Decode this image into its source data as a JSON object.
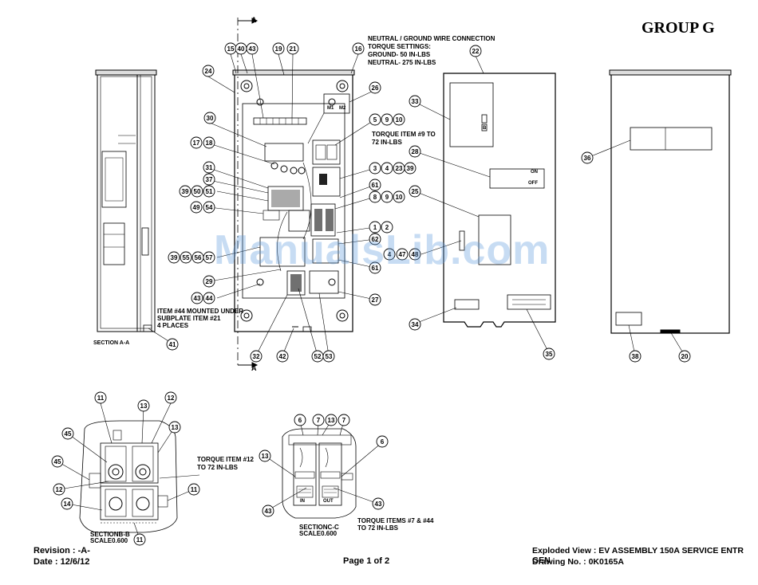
{
  "header": {
    "group": "GROUP G"
  },
  "notes": {
    "neutral_ground": [
      "NEUTRAL / GROUND WIRE CONNECTION",
      "TORQUE SETTINGS:",
      "GROUND- 50 IN-LBS",
      "NEUTRAL- 275 IN-LBS"
    ],
    "torque_item9": [
      "TORQUE ITEM #9 TO",
      "72 IN-LBS"
    ],
    "item44": [
      "ITEM #44 MOUNTED UNDER",
      "SUBPLATE ITEM #21",
      "4 PLACES"
    ],
    "section_aa": "SECTION A-A",
    "torque_item12": [
      "TORQUE ITEM #12",
      "TO 72 IN-LBS"
    ],
    "torque_items7_44": [
      "TORQUE ITEMS #7  & #44",
      "TO 72 IN-LBS"
    ],
    "section_bb": [
      "SECTIONB-B",
      "SCALE0.600"
    ],
    "section_cc": [
      "SECTIONC-C",
      "SCALE0.600"
    ],
    "section_marker": "A"
  },
  "panel_labels": {
    "relay_on": "ON",
    "relay_off": "OFF",
    "m1": "M1",
    "m2": "M2",
    "in": "IN",
    "out": "OUT",
    "b": "B"
  },
  "footer": {
    "revision": "Revision : -A-",
    "date": "Date : 12/6/12",
    "page": "Page 1 of 2",
    "view_title": "Exploded View : EV ASSEMBLY 150A SERVICE ENTR GEN",
    "drawing_no": "Drawing No. : 0K0165A"
  },
  "watermark": "ManualsLib.com",
  "balloons": {
    "top": [
      "15",
      "40",
      "43",
      "19",
      "21",
      "16",
      "24",
      "26",
      "22"
    ],
    "left_group": [
      "30",
      "17",
      "18",
      "31",
      "37",
      "39",
      "50",
      "51",
      "49",
      "54",
      "39",
      "55",
      "56",
      "57",
      "29",
      "43",
      "44"
    ],
    "right_group": [
      "5",
      "9",
      "10",
      "3",
      "4",
      "23",
      "39",
      "61",
      "8",
      "9",
      "10",
      "1",
      "2",
      "62",
      "4",
      "47",
      "48",
      "61",
      "27",
      "33",
      "28",
      "25"
    ],
    "bottom": [
      "32",
      "42",
      "52",
      "53",
      "34",
      "35",
      "36",
      "38",
      "20",
      "41"
    ],
    "section_bb": [
      "11",
      "13",
      "12",
      "45",
      "13",
      "45",
      "12",
      "11",
      "14",
      "11"
    ],
    "section_cc": [
      "6",
      "7",
      "13",
      "7",
      "13",
      "6",
      "43",
      "43"
    ]
  }
}
